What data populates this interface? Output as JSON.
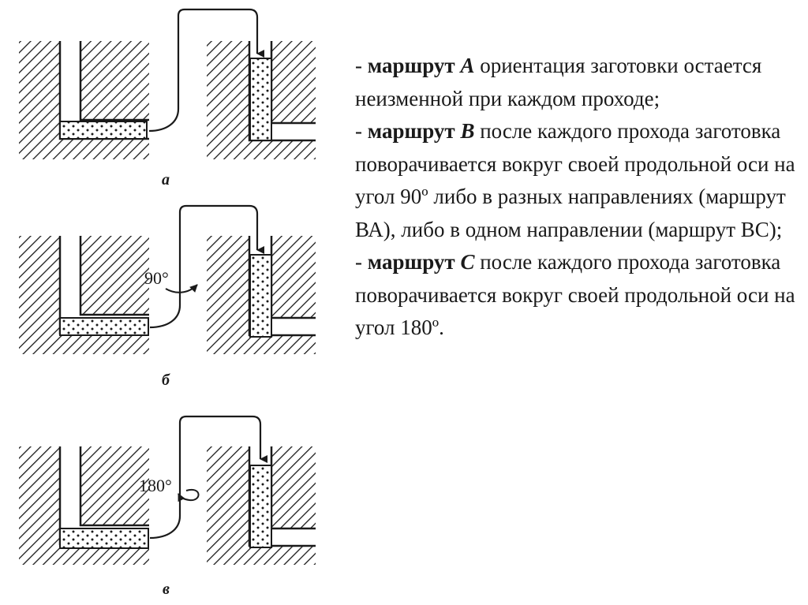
{
  "diagrams": {
    "a": {
      "caption": "а"
    },
    "b": {
      "caption": "б",
      "angle": "90°"
    },
    "c": {
      "caption": "в",
      "angle": "180°"
    }
  },
  "text": {
    "item_a": {
      "dash": "- ",
      "route_word": "маршрут ",
      "route_letter": "A",
      "description": " ориентация заготовки остается неизменной при каждом проходе;"
    },
    "item_b": {
      "dash": "- ",
      "route_word": "маршрут ",
      "route_letter": "B",
      "description": " после каждого прохода заготовка поворачивается вокруг своей продольной оси на угол 90º либо в разных направлениях (маршрут ВА), либо в одном направлении (маршрут ВС);"
    },
    "item_c": {
      "dash": "- ",
      "route_word": "маршрут ",
      "route_letter": "C",
      "description": " после каждого прохода заготовка поворачивается вокруг своей продольной оси на угол 180º."
    }
  }
}
